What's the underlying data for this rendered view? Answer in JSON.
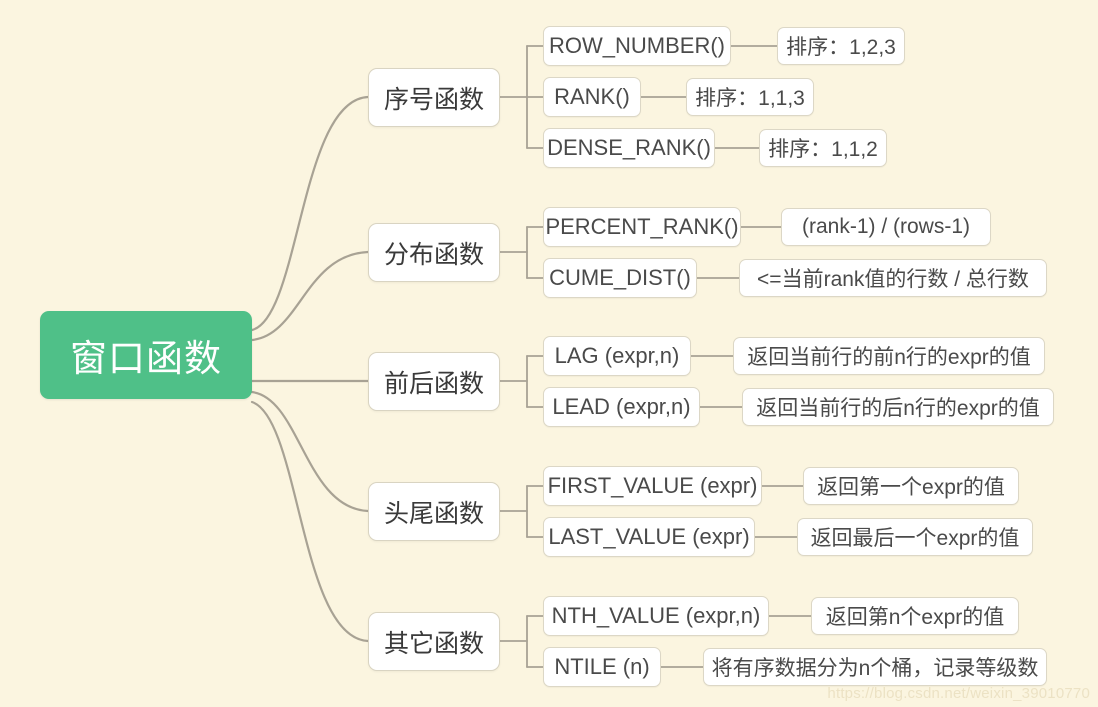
{
  "diagram": {
    "title": "窗口函数",
    "type": "mindmap",
    "background_color": "#fbf5e0",
    "root_color": "#4fc088",
    "node_color": "#ffffff",
    "link_color": "#a8a294",
    "root": {
      "label": "窗口函数"
    },
    "branches": [
      {
        "label": "序号函数",
        "children": [
          {
            "label": "ROW_NUMBER()",
            "desc": "排序：1,2,3"
          },
          {
            "label": "RANK()",
            "desc": "排序：1,1,3"
          },
          {
            "label": "DENSE_RANK()",
            "desc": "排序：1,1,2"
          }
        ]
      },
      {
        "label": "分布函数",
        "children": [
          {
            "label": "PERCENT_RANK()",
            "desc": "(rank-1) / (rows-1)"
          },
          {
            "label": "CUME_DIST()",
            "desc": "<=当前rank值的行数 / 总行数"
          }
        ]
      },
      {
        "label": "前后函数",
        "children": [
          {
            "label": "LAG (expr,n)",
            "desc": "返回当前行的前n行的expr的值"
          },
          {
            "label": "LEAD (expr,n)",
            "desc": "返回当前行的后n行的expr的值"
          }
        ]
      },
      {
        "label": "头尾函数",
        "children": [
          {
            "label": "FIRST_VALUE (expr)",
            "desc": "返回第一个expr的值"
          },
          {
            "label": "LAST_VALUE (expr)",
            "desc": "返回最后一个expr的值"
          }
        ]
      },
      {
        "label": "其它函数",
        "children": [
          {
            "label": "NTH_VALUE (expr,n)",
            "desc": "返回第n个expr的值"
          },
          {
            "label": "NTILE (n)",
            "desc": "将有序数据分为n个桶，记录等级数"
          }
        ]
      }
    ]
  },
  "watermark": {
    "text": "https://blog.csdn.net/weixin_39010770"
  }
}
